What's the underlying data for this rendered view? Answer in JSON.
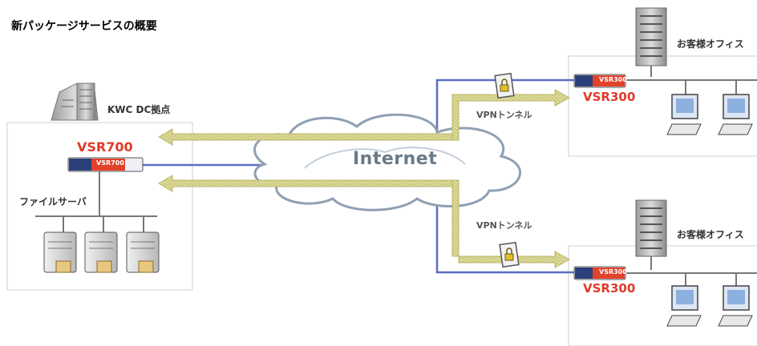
{
  "title": "新パッケージサービスの概要",
  "dc": {
    "name": "KWC DC拠点",
    "router": "VSR700",
    "router_tag": "VSR700",
    "server_label": "ファイルサーバ"
  },
  "internet": "Internet",
  "offices": [
    {
      "name": "お客様オフィス",
      "router": "VSR300",
      "router_tag": "VSR300",
      "tunnel": "VPNトンネル"
    },
    {
      "name": "お客様オフィス",
      "router": "VSR300",
      "router_tag": "VSR300",
      "tunnel": "VPNトンネル"
    }
  ],
  "colors": {
    "tunnel": "#d6d38a",
    "link": "#5a6fc4",
    "router_accent": "#e2412a",
    "box_border": "#cfcfcf"
  }
}
